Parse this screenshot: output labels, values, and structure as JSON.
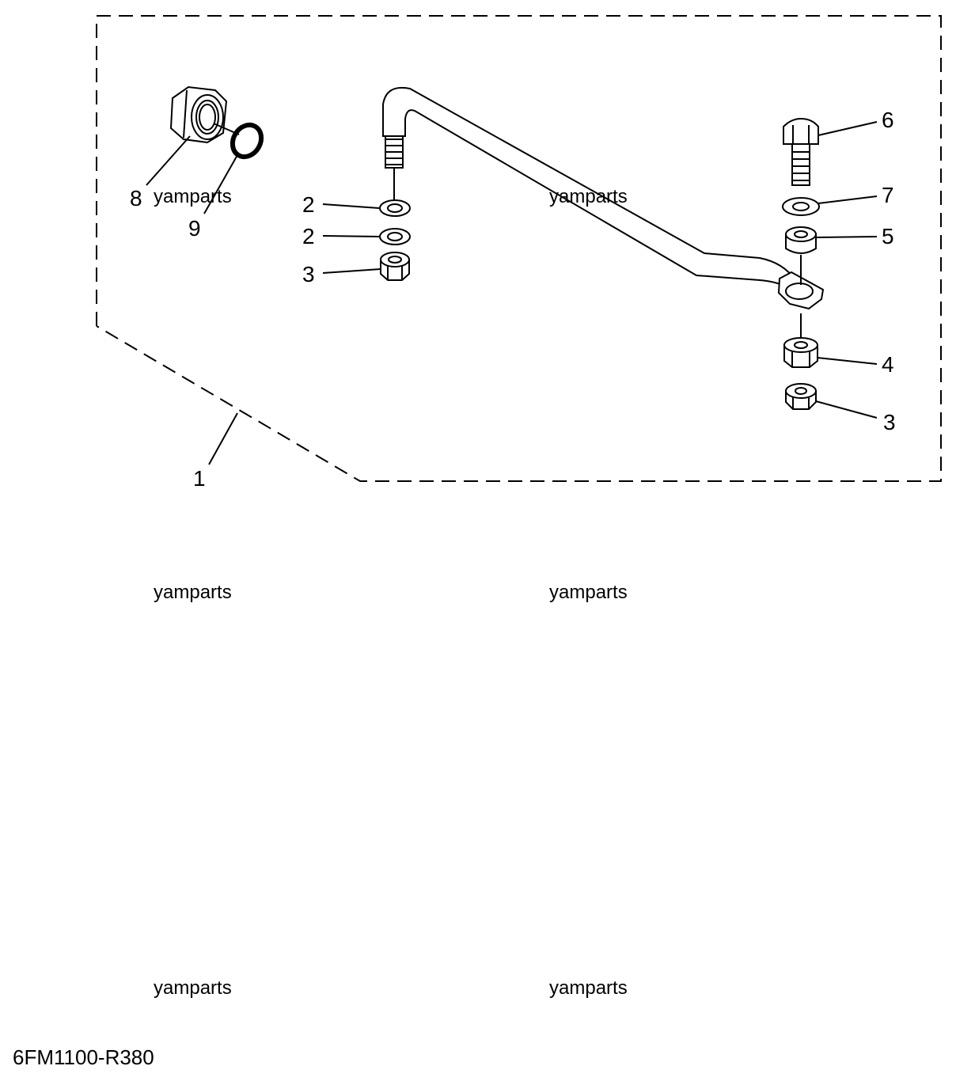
{
  "callouts": {
    "c1": "1",
    "c2a": "2",
    "c2b": "2",
    "c3a": "3",
    "c3b": "3",
    "c4": "4",
    "c5": "5",
    "c6": "6",
    "c7": "7",
    "c8": "8",
    "c9": "9"
  },
  "watermarks": [
    "yamparts",
    "yamparts",
    "yamparts",
    "yamparts",
    "yamparts",
    "yamparts"
  ],
  "diagram_code": "6FM1100-R380"
}
